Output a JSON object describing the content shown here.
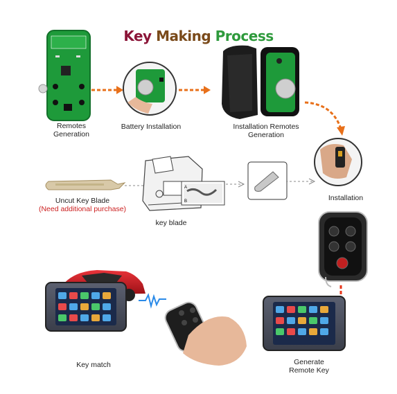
{
  "title": {
    "part1": "Key",
    "part2": "Making",
    "part3": "Process"
  },
  "steps": {
    "remotes_generation_line1": "Remotes",
    "remotes_generation_line2": "Generation",
    "battery_installation": "Battery Installation",
    "installation_remotes_line1": "Installation Remotes",
    "installation_remotes_line2": "Generation",
    "installation": "Installation",
    "uncut_key_blade": "Uncut Key  Blade",
    "need_purchase": "(Need additional purchase)",
    "key_blade": "key blade",
    "generate_remote_line1": "Generate",
    "generate_remote_line2": "Remote Key",
    "key_match": "Key match"
  },
  "colors": {
    "orange_arrow": "#e8701a",
    "red_arrow": "#e8351a",
    "pcb_green": "#1e9a3a",
    "panel_grey": "#e8e8e8"
  }
}
